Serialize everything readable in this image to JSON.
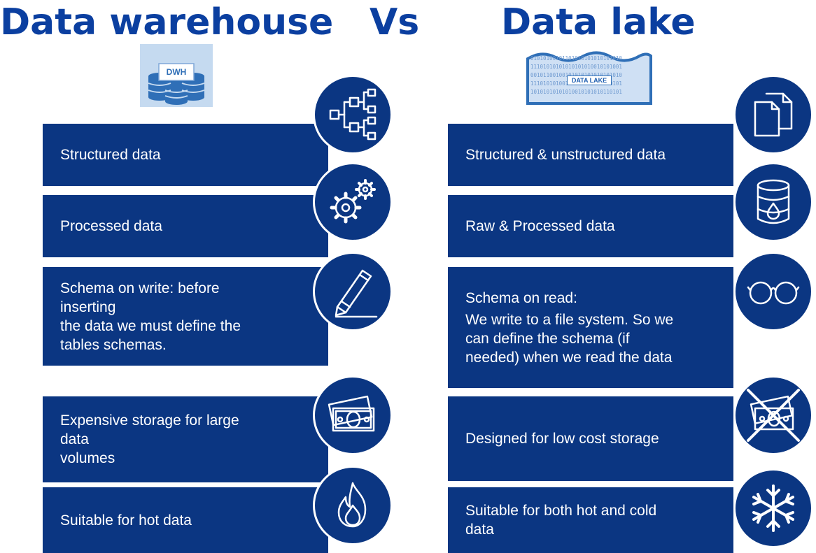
{
  "titles": {
    "left": "Data warehouse",
    "vs": "Vs",
    "right": "Data lake"
  },
  "colors": {
    "title": "#0b3fa0",
    "box": "#0b3682",
    "text": "#ffffff"
  },
  "logos": {
    "dwh": "DWH",
    "lake": "DATA LAKE",
    "lake_bits": [
      "01010100101101010101010101010",
      "11101010101010101010010101001",
      "00101100100101010101010101010",
      "11101010100101010010101010101",
      "10101010101010010101010110101"
    ]
  },
  "warehouse": [
    {
      "lines": [
        "Structured data"
      ],
      "icon": "hierarchy-icon"
    },
    {
      "lines": [
        "Processed data"
      ],
      "icon": "gears-icon"
    },
    {
      "lines": [
        "Schema on write: before inserting",
        "the data we must define the",
        "tables schemas."
      ],
      "icon": "pencil-icon"
    },
    {
      "lines": [
        "Expensive storage for large data",
        "volumes"
      ],
      "icon": "money-icon"
    },
    {
      "lines": [
        "Suitable for hot data"
      ],
      "icon": "flame-icon"
    }
  ],
  "lake": [
    {
      "lines": [
        "Structured & unstructured data"
      ],
      "icon": "documents-icon"
    },
    {
      "lines": [
        "Raw & Processed data"
      ],
      "icon": "barrel-icon"
    },
    {
      "lines": [
        "Schema on read:",
        "We write to a file system. So we",
        "can define the schema (if",
        "needed) when we read the data"
      ],
      "icon": "glasses-icon"
    },
    {
      "lines": [
        "Designed for low cost storage"
      ],
      "icon": "crossed-money-icon"
    },
    {
      "lines": [
        "Suitable for both hot and cold",
        "data"
      ],
      "icon": "snowflake-icon"
    }
  ]
}
